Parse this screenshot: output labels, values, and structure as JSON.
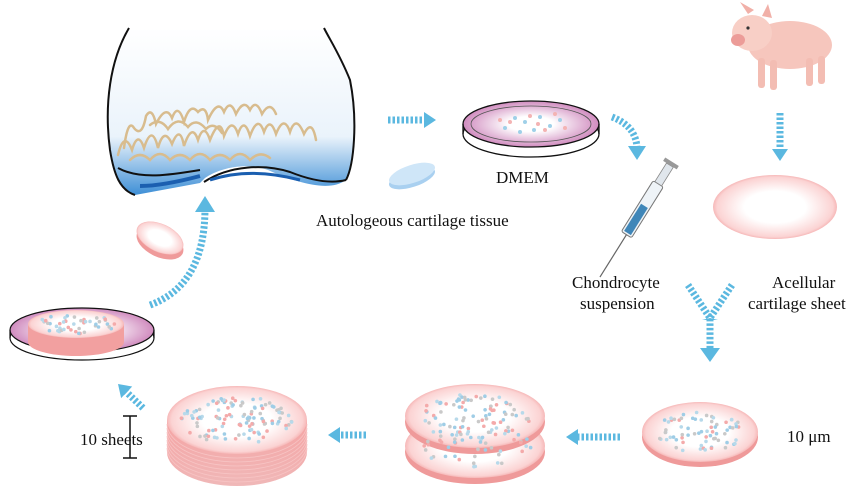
{
  "labels": {
    "dmem": "DMEM",
    "autologous": "Autologeous cartilage tissue",
    "chondrocyte_line1": "Chondrocyte",
    "chondrocyte_line2": "suspension",
    "acellular_line1": "Acellular",
    "acellular_line2": "cartilage sheet",
    "thickness": "10 μm",
    "sheets": "10 sheets"
  },
  "colors": {
    "arrow": "#5bb8e0",
    "dish_pink": "#d98ec0",
    "sheet_pink": "#f2a0a0",
    "cartilage_line": "#d8bc8e",
    "joint_blue": "#4f9ad8"
  },
  "icons": [
    "pig-icon",
    "syringe-icon",
    "petri-dish-icon",
    "knee-joint-icon"
  ]
}
